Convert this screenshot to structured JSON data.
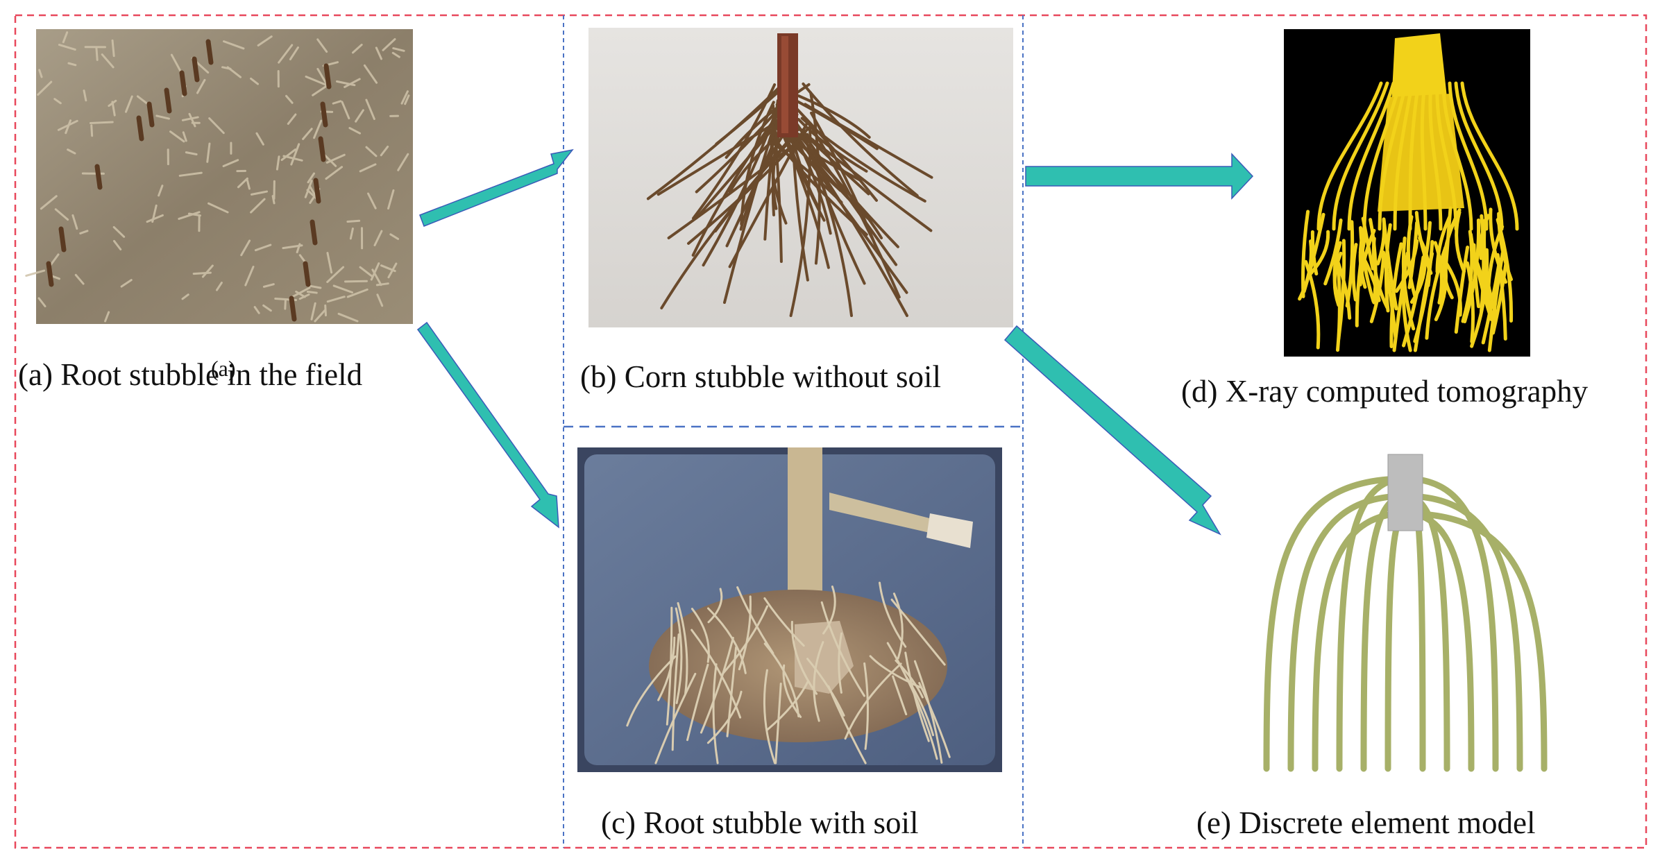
{
  "panels": {
    "a": {
      "caption": "(a) Root stubble in the field",
      "overlap_mark": "(a)"
    },
    "b": {
      "caption": "(b) Corn stubble without soil"
    },
    "c": {
      "caption": "(c) Root stubble with soil"
    },
    "d": {
      "caption": "(d) X-ray computed tomography"
    },
    "e": {
      "caption": "(e) Discrete element model"
    }
  },
  "colors": {
    "outer_border": "#e8485c",
    "inner_border": "#4a72c4",
    "arrow": "#2fbfb0",
    "arrow_edge": "#3a5ab8",
    "ct_root": "#f2d21a",
    "ct_background": "#000000",
    "dem_root": "#a7b068",
    "dem_stem": "#bdbdbd",
    "stubble_brown": "#6a4a2c",
    "soil": "#a08468",
    "tray": "#5a6c8c"
  },
  "icons": [
    "right-arrow-icon"
  ]
}
